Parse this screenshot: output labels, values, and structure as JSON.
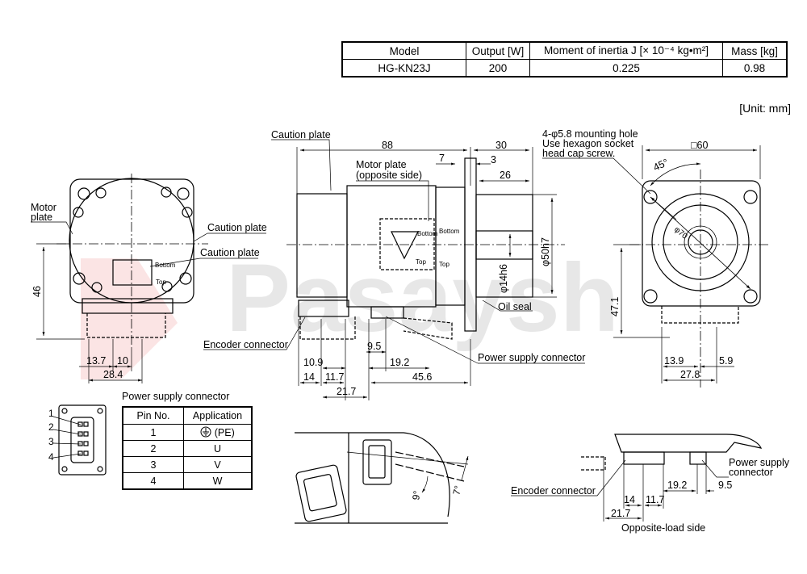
{
  "spec_table": {
    "headers": [
      "Model",
      "Output [W]",
      "Moment of inertia J [× 10⁻⁴ kg•m²]",
      "Mass [kg]"
    ],
    "row": [
      "HG-KN23J",
      "200",
      "0.225",
      "0.98"
    ]
  },
  "unit_label": "[Unit: mm]",
  "left_view": {
    "motor_plate_line1": "Motor",
    "motor_plate_line2": "plate",
    "caution_plate_1": "Caution plate",
    "caution_plate_2": "Caution plate",
    "bottom": "Bottom",
    "top": "Top",
    "dim_46": "46",
    "dim_13_7": "13.7",
    "dim_10": "10",
    "dim_28_4": "28.4"
  },
  "side_view": {
    "caution_plate": "Caution plate",
    "motor_plate_line1": "Motor plate",
    "motor_plate_line2": "(opposite side)",
    "bottom": "Bottom",
    "top": "Top",
    "dim_88": "88",
    "dim_7": "7",
    "dim_30": "30",
    "dim_3": "3",
    "dim_26": "26",
    "dim_phi50h7": "φ50h7",
    "dim_phi14h6": "φ14h6",
    "oil_seal": "Oil seal",
    "encoder_connector": "Encoder connector",
    "power_supply_connector": "Power supply connector",
    "dim_9_5": "9.5",
    "dim_10_9": "10.9",
    "dim_19_2": "19.2",
    "dim_14": "14",
    "dim_11_7": "11.7",
    "dim_45_6": "45.6",
    "dim_21_7": "21.7"
  },
  "front_view": {
    "mount_note_1": "4-φ5.8 mounting hole",
    "mount_note_2": "Use hexagon socket",
    "mount_note_3": "head cap screw.",
    "dim_60": "□60",
    "angle_45": "45°",
    "dim_phi70": "φ70",
    "dim_47_1": "47.1",
    "dim_13_9": "13.9",
    "dim_5_9": "5.9",
    "dim_27_8": "27.8"
  },
  "connector_pins": {
    "title": "Power supply connector",
    "pin_labels": [
      "1",
      "2",
      "3",
      "4"
    ],
    "table_headers": [
      "Pin No.",
      "Application"
    ],
    "rows": [
      {
        "pin": "1",
        "app": "(PE)",
        "ground_icon": "ground-icon"
      },
      {
        "pin": "2",
        "app": "U"
      },
      {
        "pin": "3",
        "app": "V"
      },
      {
        "pin": "4",
        "app": "W"
      }
    ]
  },
  "angle_view": {
    "angle_9": "9°",
    "angle_7": "7°"
  },
  "opposite_view": {
    "encoder_connector": "Encoder connector",
    "power_line1": "Power supply",
    "power_line2": "connector",
    "dim_14": "14",
    "dim_11_7": "11.7",
    "dim_19_2": "19.2",
    "dim_9_5": "9.5",
    "dim_21_7": "21.7",
    "caption": "Opposite-load side"
  },
  "watermark": "Pasaysh"
}
